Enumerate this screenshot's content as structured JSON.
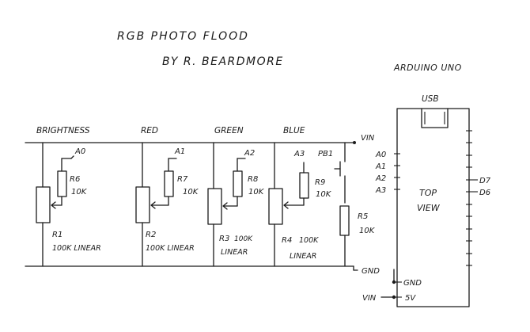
{
  "title": "RGB PHOTO FLOOD",
  "author": "BY  R. BEARDMORE",
  "board": {
    "name": "ARDUINO UNO",
    "usb": "USB",
    "view": [
      "TOP",
      "VIEW"
    ],
    "pins_left": [
      "A0",
      "A1",
      "A2",
      "A3"
    ],
    "pins_right": [
      "D7",
      "D6"
    ],
    "gnd": "GND",
    "v5": "5V"
  },
  "rails": {
    "vin": "VIN",
    "gnd": "GND",
    "vin_bottom": "VIN"
  },
  "sections": [
    {
      "label": "BRIGHTNESS",
      "pin": "A0",
      "pot": "R1",
      "pot_desc": "100K LINEAR",
      "res": "R6",
      "res_val": "10K"
    },
    {
      "label": "RED",
      "pin": "A1",
      "pot": "R2",
      "pot_desc": "100K LINEAR",
      "res": "R7",
      "res_val": "10K"
    },
    {
      "label": "GREEN",
      "pin": "A2",
      "pot": "R3",
      "pot_desc": "100K",
      "pot_desc2": "LINEAR",
      "res": "R8",
      "res_val": "10K"
    },
    {
      "label": "BLUE",
      "pin": "A3",
      "pot": "R4",
      "pot_desc": "100K",
      "pot_desc2": "LINEAR",
      "res": "R9",
      "res_val": "10K"
    }
  ],
  "switch": {
    "label": "PB1",
    "res": "R5",
    "res_val": "10K"
  }
}
